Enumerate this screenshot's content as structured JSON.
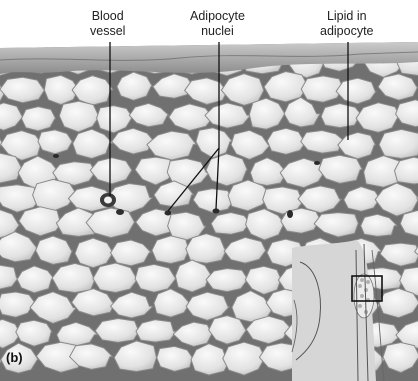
{
  "labels": {
    "blood_vessel": [
      "Blood",
      "vessel"
    ],
    "adipocyte_nuclei": [
      "Adipocyte",
      "nuclei"
    ],
    "lipid": [
      "Lipid in",
      "adipocyte"
    ]
  },
  "panel_letter": "(b)",
  "colors": {
    "cell_fill": "#e3e3e3",
    "cell_stroke": "#8a8a8a",
    "interstitium": "#6e6e6e",
    "epidermis": "#9b9b9b",
    "leader": "#111111",
    "inset_bg": "#d7d7d7"
  },
  "icons": [
    "breast-inset-illustration"
  ]
}
